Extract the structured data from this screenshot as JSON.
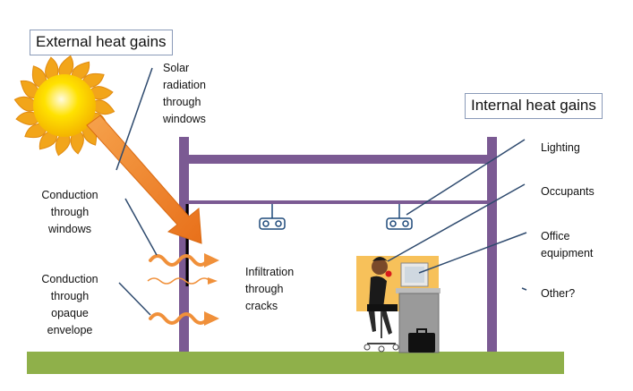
{
  "titles": {
    "external": "External heat gains",
    "internal": "Internal heat gains"
  },
  "external_labels": {
    "solar": [
      "Solar",
      "radiation",
      "through",
      "windows"
    ],
    "conduction_windows": [
      "Conduction",
      "through",
      "windows"
    ],
    "conduction_opaque": [
      "Conduction",
      "through",
      "opaque",
      "envelope"
    ],
    "infiltration": [
      "Infiltration",
      "through",
      "cracks"
    ]
  },
  "internal_labels": {
    "lighting": "Lighting",
    "occupants": "Occupants",
    "equipment": [
      "Office",
      "equipment"
    ],
    "other": "Other?"
  },
  "colors": {
    "ground": "#8fb04a",
    "frame": "#7b5a93",
    "sun_core": "#ffe200",
    "sun_rays": "#f2a51a",
    "solar_arrow": "#f08a2a",
    "heat_wave": "#f0903a",
    "leader_line": "#2e4a6e"
  }
}
